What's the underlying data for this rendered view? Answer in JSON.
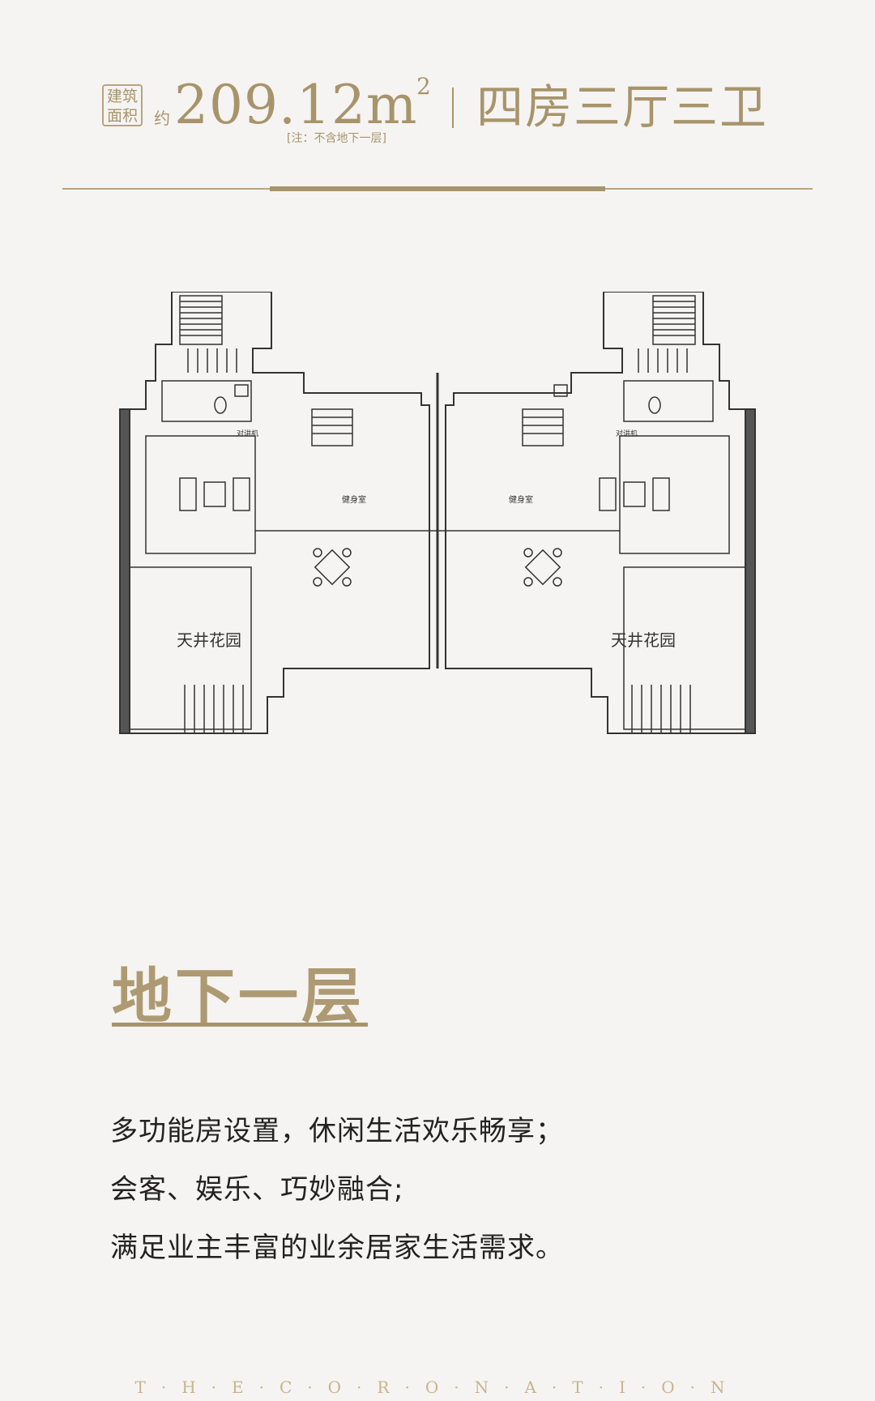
{
  "header": {
    "area_label_line1": "建筑",
    "area_label_line2": "面积",
    "approx": "约",
    "area_value": "209.12m",
    "area_unit_sup": "2",
    "note": "[注：不含地下一层]",
    "layout": "四房三厅三卫"
  },
  "plan": {
    "intercom_left": "对讲机",
    "intercom_right": "对讲机",
    "gym_left": "健身室",
    "gym_right": "健身室",
    "garden_left": "天井花园",
    "garden_right": "天井花园"
  },
  "floor_title": "地下一层",
  "description": [
    "多功能房设置，休闲生活欢乐畅享；",
    "会客、娱乐、巧妙融合;",
    "满足业主丰富的业余居家生活需求。"
  ],
  "brand": "T·H·E·C·O·R·O·N·A·T·I·O·N",
  "colors": {
    "accent": "#a8946b",
    "background": "#f5f4f2",
    "text": "#222222"
  }
}
